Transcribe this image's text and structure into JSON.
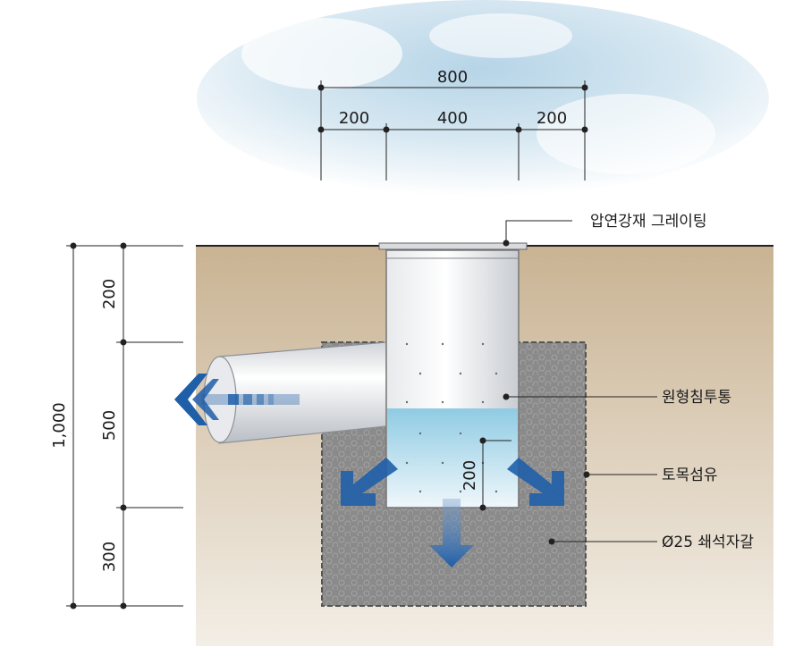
{
  "dimensions_top": {
    "total": "800",
    "left": "200",
    "middle": "400",
    "right": "200"
  },
  "dimensions_left": {
    "total": "1,000",
    "top": "200",
    "middle": "500",
    "bottom": "300"
  },
  "inner_dimension": "200",
  "labels": {
    "grating": "압연강재 그레이팅",
    "tank": "원형침투통",
    "geotextile": "토목섬유",
    "gravel": "Ø25 쇄석자갈"
  },
  "colors": {
    "soil_top": "#cbb596",
    "soil_bottom": "#f1ebe2",
    "gravel": "#8d8d8d",
    "water": "#7fc0dd",
    "arrow": "#1f5ea8"
  }
}
